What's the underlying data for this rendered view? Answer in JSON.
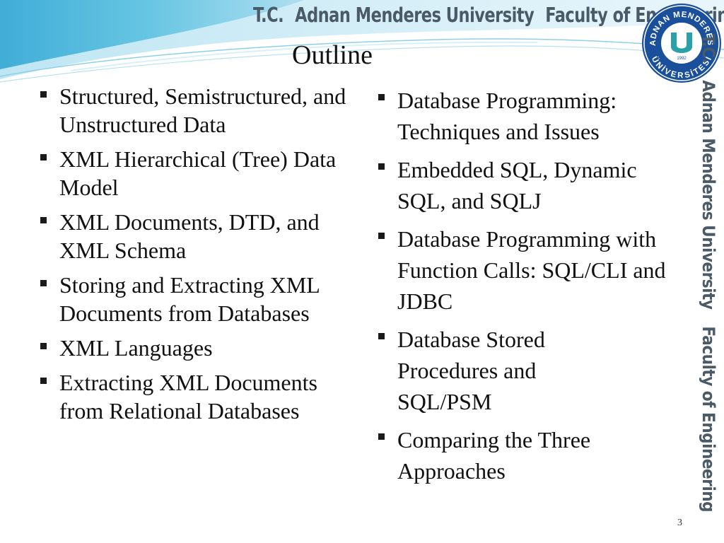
{
  "header": {
    "banner": [
      "T.C.",
      "Adnan Menderes University",
      "Faculty of Engineering"
    ],
    "logo_text_top": "ADNAN MENDERES",
    "logo_text_bottom": "ÜNİVERSİTESİ",
    "logo_year": "1992"
  },
  "title": "Outline",
  "left_items": [
    "Structured, Semistructured, and Unstructured Data",
    "XML Hierarchical (Tree) Data Model",
    "XML Documents, DTD, and XML Schema",
    "Storing and Extracting XML Documents from Databases",
    "XML Languages",
    "Extracting XML Documents from Relational Databases"
  ],
  "right_items": [
    "Database Programming: Techniques and Issues",
    "Embedded SQL, Dynamic SQL, and SQLJ",
    "Database Programming with Function Calls: SQL/CLI and JDBC",
    "Database Stored Procedures and SQL/PSM",
    "Comparing the Three Approaches"
  ],
  "page_number": "3",
  "colors": {
    "banner": "#4a5a67",
    "swoosh": "#3fb0d8",
    "logo_blue": "#1a4f9c",
    "logo_teal": "#2aa0a8"
  }
}
